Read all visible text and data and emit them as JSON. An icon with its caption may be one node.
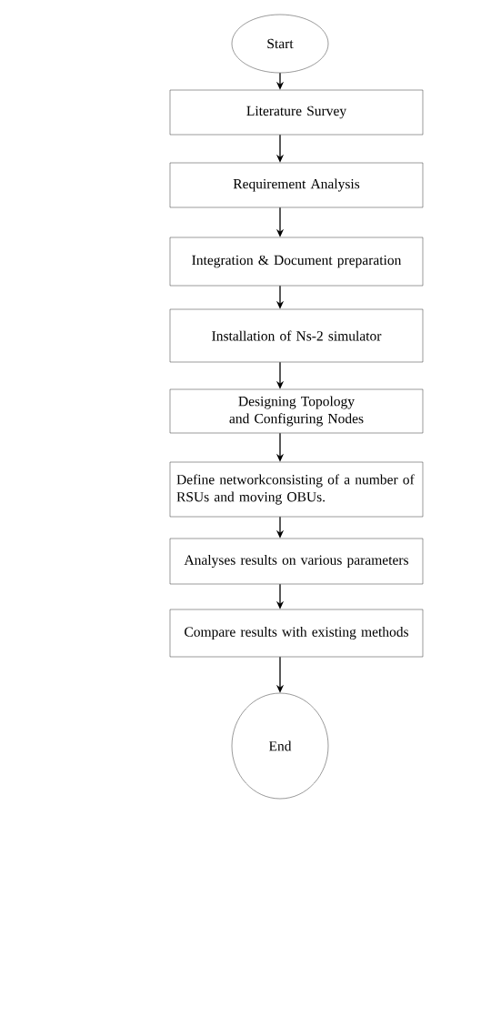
{
  "diagram": {
    "nodes": [
      {
        "text": [
          "Start"
        ]
      },
      {
        "text": [
          "Literature Survey"
        ]
      },
      {
        "text": [
          "Requirement Analysis"
        ]
      },
      {
        "text": [
          "Integration & Document preparation"
        ]
      },
      {
        "text": [
          "Installation of Ns-2 simulator"
        ]
      },
      {
        "text": [
          "Designing Topology and Configuring Nodes"
        ]
      },
      {
        "text": [
          "Define networkconsisting of a number of RSUs and moving OBUs."
        ]
      },
      {
        "text": [
          "Analyses results on various parameters"
        ]
      },
      {
        "text": [
          "Compare results with existing methods"
        ]
      },
      {
        "text": [
          "End"
        ]
      }
    ],
    "edges": [
      {
        "from": 0,
        "to": 1,
        "arrow": "to"
      },
      {
        "from": 1,
        "to": 2,
        "arrow": "to"
      },
      {
        "from": 2,
        "to": 3,
        "arrow": "to"
      },
      {
        "from": 3,
        "to": 4,
        "arrow": "to"
      },
      {
        "from": 4,
        "to": 5,
        "arrow": "to"
      },
      {
        "from": 5,
        "to": 6,
        "arrow": "to"
      },
      {
        "from": 6,
        "to": 7,
        "arrow": "to"
      },
      {
        "from": 7,
        "to": 8,
        "arrow": "to"
      },
      {
        "from": 8,
        "to": 9,
        "arrow": "to"
      }
    ]
  }
}
